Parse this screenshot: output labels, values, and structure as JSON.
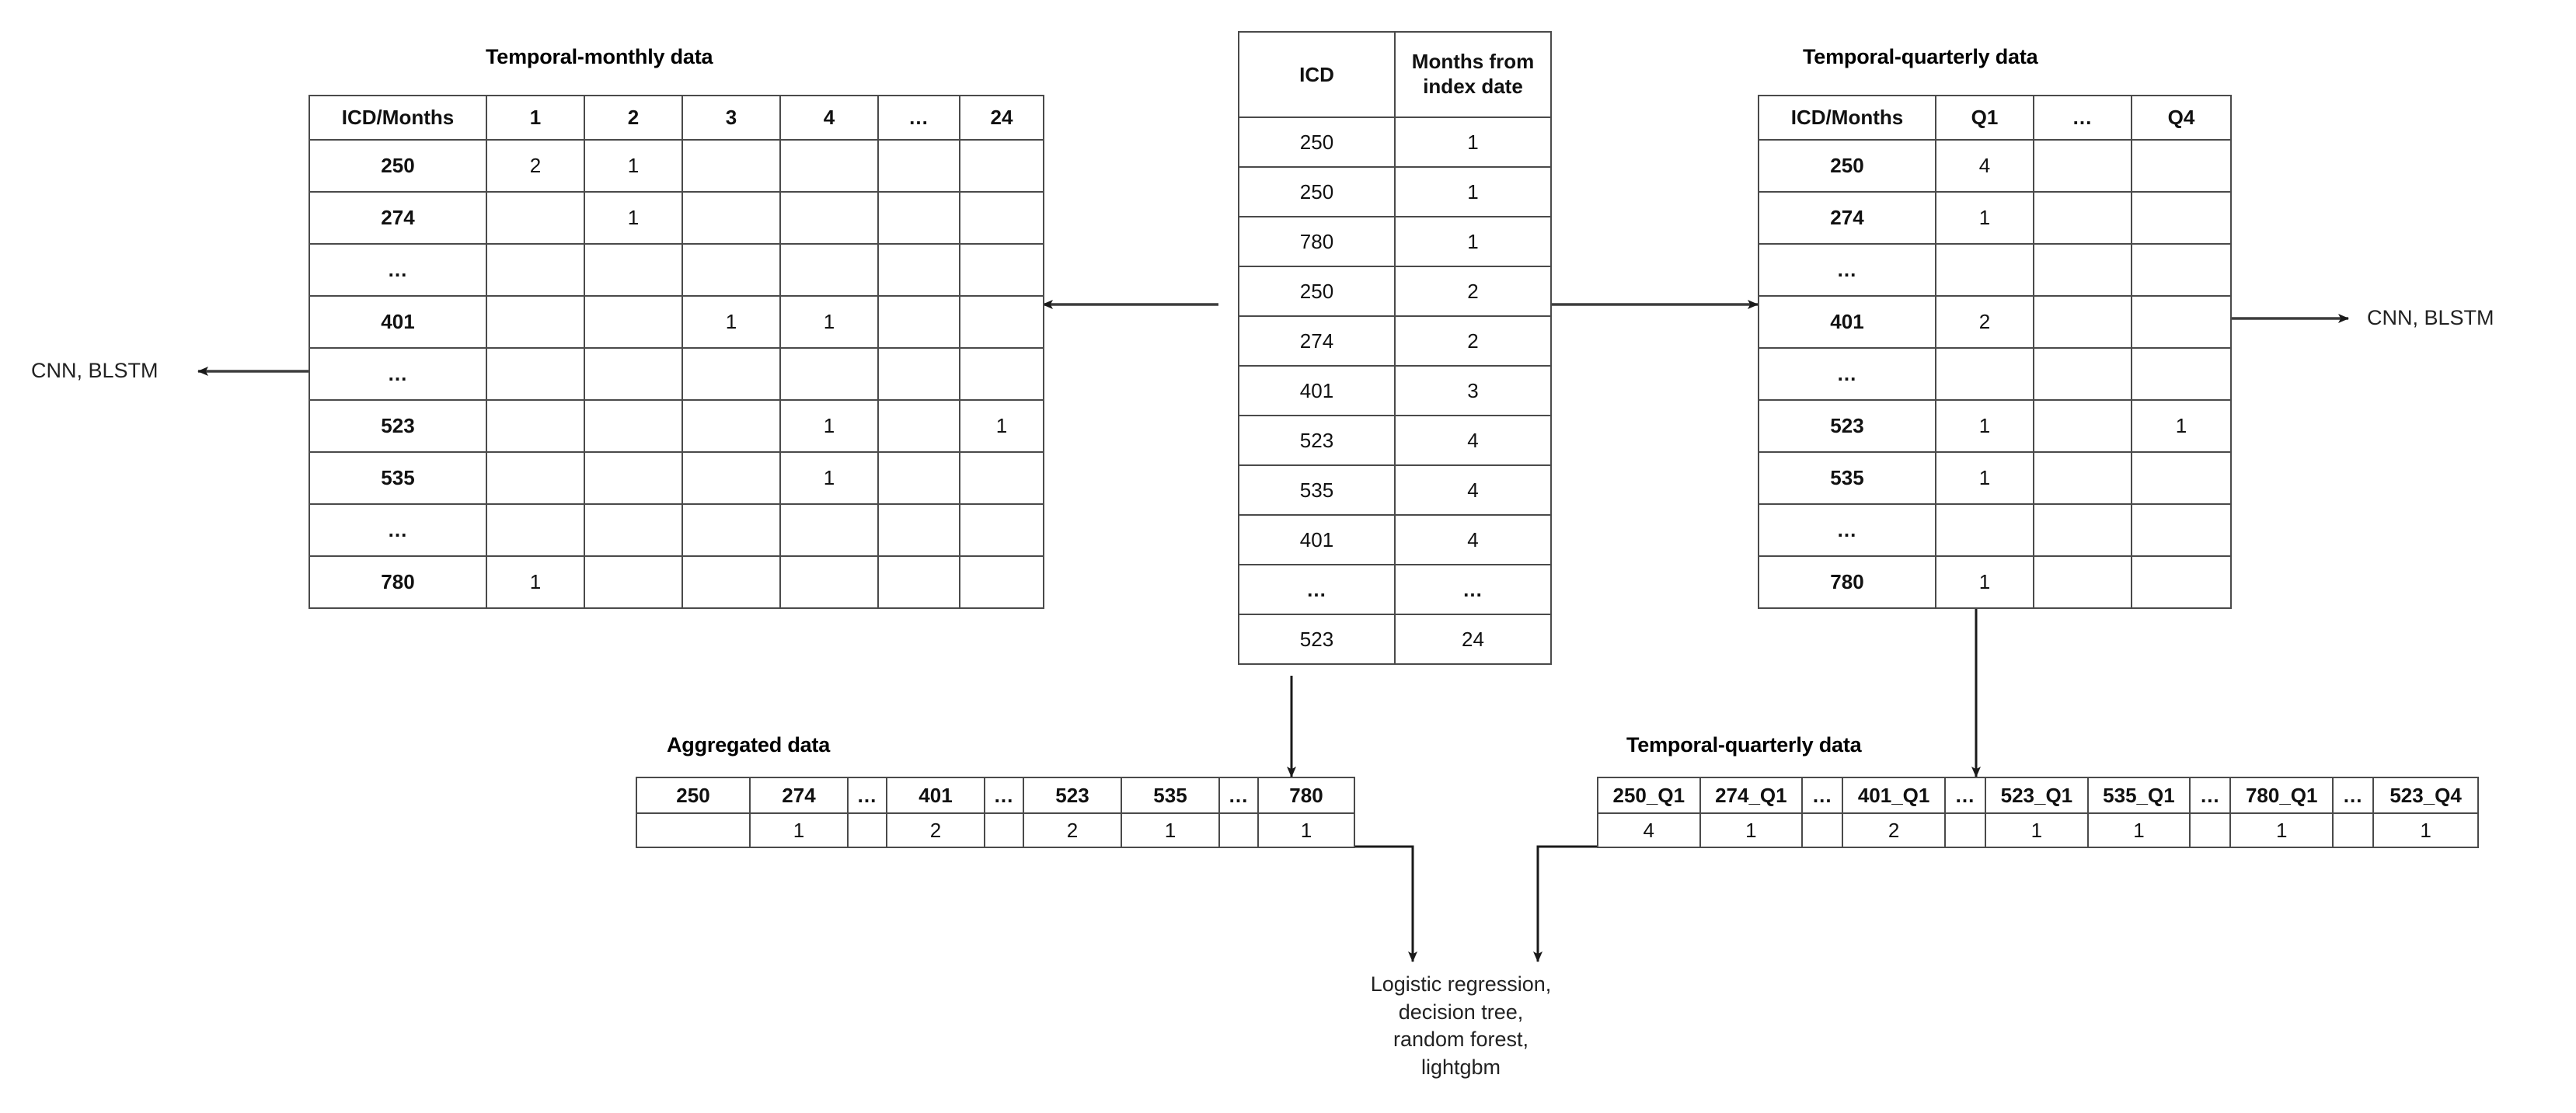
{
  "diagram": {
    "titles": {
      "monthly": "Temporal-monthly data",
      "quarterly_top": "Temporal-quarterly data",
      "aggregated": "Aggregated data",
      "quarterly_bottom": "Temporal-quarterly data"
    },
    "labels": {
      "cnn_left": "CNN, BLSTM",
      "cnn_right": "CNN, BLSTM",
      "classic_models": "Logistic regression,\ndecision tree,\nrandom forest,\nlightgbm"
    },
    "ellipsis": "..."
  },
  "monthly_table": {
    "headers": [
      "ICD/Months",
      "1",
      "2",
      "3",
      "4",
      "...",
      "24"
    ],
    "rows": [
      {
        "icd": "250",
        "cells": [
          "2",
          "1",
          "",
          "",
          "",
          ""
        ]
      },
      {
        "icd": "274",
        "cells": [
          "",
          "1",
          "",
          "",
          "",
          ""
        ]
      },
      {
        "icd": "...",
        "cells": [
          "",
          "",
          "",
          "",
          "",
          ""
        ]
      },
      {
        "icd": "401",
        "cells": [
          "",
          "",
          "1",
          "1",
          "",
          ""
        ]
      },
      {
        "icd": "...",
        "cells": [
          "",
          "",
          "",
          "",
          "",
          ""
        ]
      },
      {
        "icd": "523",
        "cells": [
          "",
          "",
          "",
          "1",
          "",
          "1"
        ]
      },
      {
        "icd": "535",
        "cells": [
          "",
          "",
          "",
          "1",
          "",
          ""
        ]
      },
      {
        "icd": "...",
        "cells": [
          "",
          "",
          "",
          "",
          "",
          ""
        ]
      },
      {
        "icd": "780",
        "cells": [
          "1",
          "",
          "",
          "",
          "",
          ""
        ]
      }
    ]
  },
  "icd_table": {
    "headers": [
      "ICD",
      "Months from index date"
    ],
    "rows": [
      [
        "250",
        "1"
      ],
      [
        "250",
        "1"
      ],
      [
        "780",
        "1"
      ],
      [
        "250",
        "2"
      ],
      [
        "274",
        "2"
      ],
      [
        "401",
        "3"
      ],
      [
        "523",
        "4"
      ],
      [
        "535",
        "4"
      ],
      [
        "401",
        "4"
      ],
      [
        "...",
        "..."
      ],
      [
        "523",
        "24"
      ]
    ]
  },
  "quarterly_table": {
    "headers": [
      "ICD/Months",
      "Q1",
      "...",
      "Q4"
    ],
    "rows": [
      {
        "icd": "250",
        "cells": [
          "4",
          "",
          ""
        ]
      },
      {
        "icd": "274",
        "cells": [
          "1",
          "",
          ""
        ]
      },
      {
        "icd": "...",
        "cells": [
          "",
          "",
          ""
        ]
      },
      {
        "icd": "401",
        "cells": [
          "2",
          "",
          ""
        ]
      },
      {
        "icd": "...",
        "cells": [
          "",
          "",
          ""
        ]
      },
      {
        "icd": "523",
        "cells": [
          "1",
          "",
          "1"
        ]
      },
      {
        "icd": "535",
        "cells": [
          "1",
          "",
          ""
        ]
      },
      {
        "icd": "...",
        "cells": [
          "",
          "",
          ""
        ]
      },
      {
        "icd": "780",
        "cells": [
          "1",
          "",
          ""
        ]
      }
    ]
  },
  "aggregated_table": {
    "headers": [
      "250",
      "274",
      "...",
      "401",
      "...",
      "523",
      "535",
      "...",
      "780"
    ],
    "values": [
      "",
      "1",
      "",
      "2",
      "",
      "2",
      "1",
      "",
      "1"
    ]
  },
  "quarterly_flat_table": {
    "headers": [
      "250_Q1",
      "274_Q1",
      "...",
      "401_Q1",
      "...",
      "523_Q1",
      "535_Q1",
      "...",
      "780_Q1",
      "...",
      "523_Q4"
    ],
    "values": [
      "4",
      "1",
      "",
      "2",
      "",
      "1",
      "1",
      "",
      "1",
      "",
      "1"
    ]
  }
}
